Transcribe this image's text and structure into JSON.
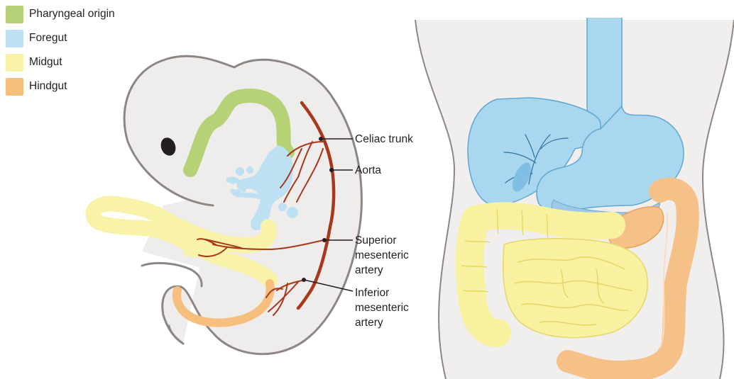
{
  "legend": [
    {
      "label": "Pharyngeal origin",
      "color": "#b5d277"
    },
    {
      "label": "Foregut",
      "color": "#bde0f2"
    },
    {
      "label": "Midgut",
      "color": "#f9f3a9"
    },
    {
      "label": "Hindgut",
      "color": "#f7bf7e"
    }
  ],
  "labels": {
    "celiac": "Celiac trunk",
    "aorta": "Aorta",
    "sma": [
      "Superior",
      "mesenteric",
      "artery"
    ],
    "ima": [
      "Inferior",
      "mesenteric",
      "artery"
    ]
  },
  "colors": {
    "artery": "#a8371c",
    "outline": "#8d8685",
    "embryo_fill": "#efedec",
    "body_fill": "#f1efee",
    "stomach": "#a9d7ef",
    "stomach_stroke": "#5fa8d3",
    "pancreas": "#9fc8e6",
    "midgut_fill": "#f8f1a0",
    "midgut_stroke": "#e5d869",
    "hindgut_fill": "#f6c189",
    "hindgut_stroke": "#e8a259"
  }
}
